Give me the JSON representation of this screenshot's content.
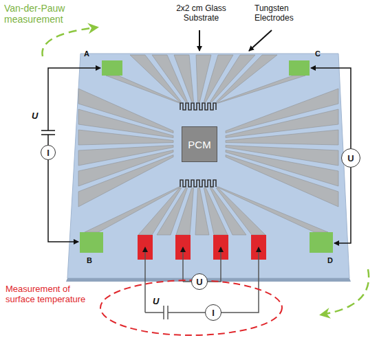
{
  "diagram": {
    "nodes": [
      {
        "text": [
          "PCM"
        ]
      },
      {
        "text": [
          "I"
        ]
      },
      {
        "text": [
          "U"
        ]
      },
      {
        "text": [
          "U"
        ]
      },
      {
        "text": [
          "I"
        ]
      }
    ],
    "labels": [
      "Van-der-Pauw measurement",
      "2x2 cm Glass Substrate",
      "Tungsten Electrodes",
      "A",
      "C",
      "B",
      "D",
      "U",
      "U",
      "Measurement of surface temperature"
    ]
  }
}
